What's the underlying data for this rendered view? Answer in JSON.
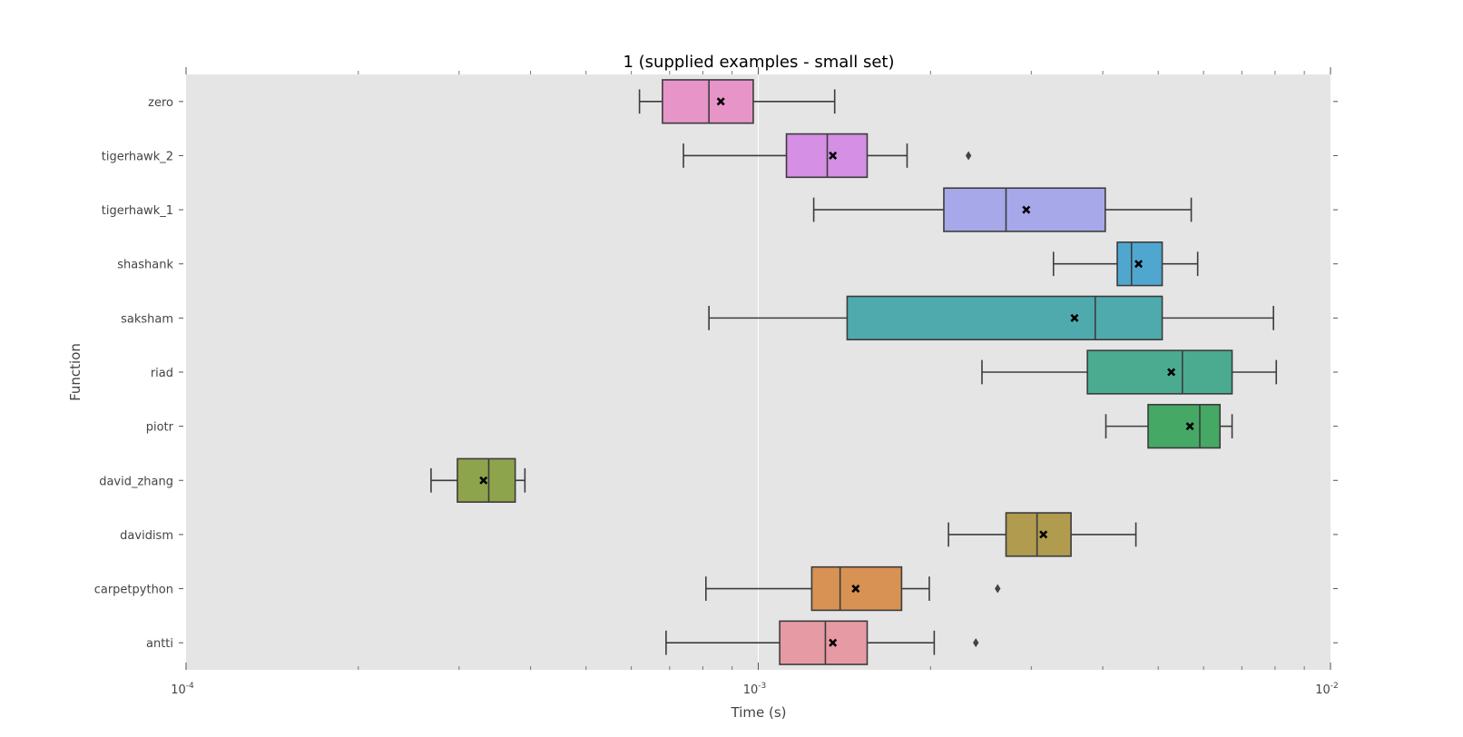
{
  "chart_data": {
    "type": "boxplot",
    "title": "1 (supplied examples - small set)",
    "xlabel": "Time (s)",
    "ylabel": "Function",
    "xscale": "log",
    "xlim": [
      0.0001,
      0.01
    ],
    "xticks": [
      {
        "value": 0.0001,
        "base": "10",
        "exp": "-4"
      },
      {
        "value": 0.001,
        "base": "10",
        "exp": "-3"
      },
      {
        "value": 0.01,
        "base": "10",
        "exp": "-2"
      }
    ],
    "grid": "x-major",
    "mean_marker": "x",
    "series": [
      {
        "name": "zero",
        "color": "#e794c9",
        "whislo": 0.00062,
        "q1": 0.00068,
        "med": 0.00082,
        "q3": 0.00098,
        "whishi": 0.00136,
        "mean": 0.00086,
        "outliers": []
      },
      {
        "name": "tigerhawk_2",
        "color": "#d58fe5",
        "whislo": 0.00074,
        "q1": 0.00112,
        "med": 0.00132,
        "q3": 0.00155,
        "whishi": 0.00182,
        "mean": 0.00135,
        "outliers": [
          0.00233
        ]
      },
      {
        "name": "tigerhawk_1",
        "color": "#a6a8e9",
        "whislo": 0.00125,
        "q1": 0.00211,
        "med": 0.00271,
        "q3": 0.00404,
        "whishi": 0.00571,
        "mean": 0.00294,
        "outliers": []
      },
      {
        "name": "shashank",
        "color": "#4fa7d0",
        "whislo": 0.00328,
        "q1": 0.00424,
        "med": 0.00449,
        "q3": 0.00508,
        "whishi": 0.00586,
        "mean": 0.00462,
        "outliers": []
      },
      {
        "name": "saksham",
        "color": "#4faaad",
        "whislo": 0.00082,
        "q1": 0.00143,
        "med": 0.00388,
        "q3": 0.00508,
        "whishi": 0.00795,
        "mean": 0.00357,
        "outliers": []
      },
      {
        "name": "riad",
        "color": "#4aab91",
        "whislo": 0.00246,
        "q1": 0.00376,
        "med": 0.00551,
        "q3": 0.00673,
        "whishi": 0.00804,
        "mean": 0.00527,
        "outliers": []
      },
      {
        "name": "piotr",
        "color": "#45a865",
        "whislo": 0.00405,
        "q1": 0.0048,
        "med": 0.00591,
        "q3": 0.00641,
        "whishi": 0.00673,
        "mean": 0.00568,
        "outliers": []
      },
      {
        "name": "david_zhang",
        "color": "#8ea44c",
        "whislo": 0.000268,
        "q1": 0.000298,
        "med": 0.000338,
        "q3": 0.000376,
        "whishi": 0.000391,
        "mean": 0.000331,
        "outliers": []
      },
      {
        "name": "davidism",
        "color": "#b09b4f",
        "whislo": 0.00215,
        "q1": 0.00271,
        "med": 0.00307,
        "q3": 0.00352,
        "whishi": 0.00457,
        "mean": 0.00315,
        "outliers": []
      },
      {
        "name": "carpetpython",
        "color": "#d79254",
        "whislo": 0.00081,
        "q1": 0.00124,
        "med": 0.00139,
        "q3": 0.00178,
        "whishi": 0.00199,
        "mean": 0.00148,
        "outliers": [
          0.00262
        ]
      },
      {
        "name": "antti",
        "color": "#e69aa4",
        "whislo": 0.00069,
        "q1": 0.00109,
        "med": 0.00131,
        "q3": 0.00155,
        "whishi": 0.00203,
        "mean": 0.00135,
        "outliers": [
          0.0024
        ]
      }
    ]
  }
}
